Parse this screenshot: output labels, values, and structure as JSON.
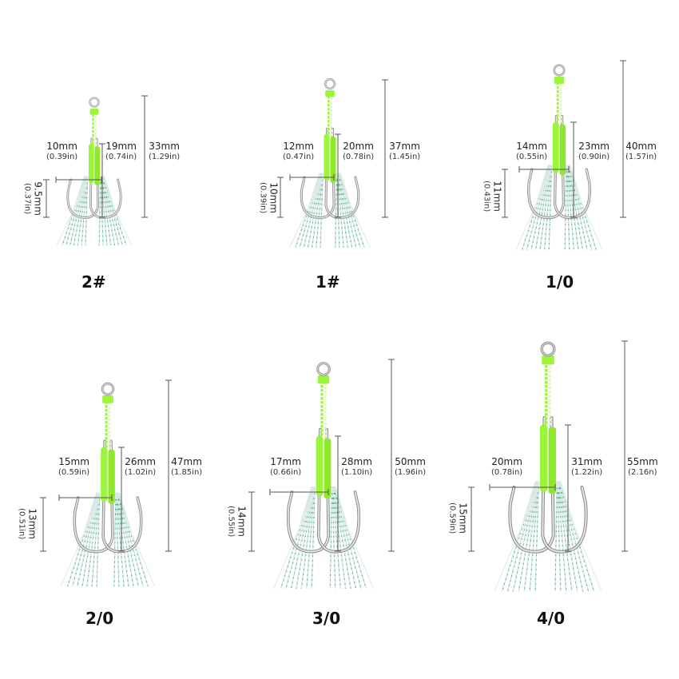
{
  "colors": {
    "accent_green": "#9cf53a",
    "line_gray": "#555555",
    "hook_steel": "#b8b8b8",
    "flash_green": "#3fae6a"
  },
  "hooks": [
    {
      "size": "2#",
      "gap": {
        "mm": "10mm",
        "in": "(0.39in)"
      },
      "shank": {
        "mm": "19mm",
        "in": "(0.74in)"
      },
      "total": {
        "mm": "33mm",
        "in": "(1.29in)"
      },
      "gape": {
        "mm": "9.5mm",
        "in": "(0.37in)"
      }
    },
    {
      "size": "1#",
      "gap": {
        "mm": "12mm",
        "in": "(0.47in)"
      },
      "shank": {
        "mm": "20mm",
        "in": "(0.78in)"
      },
      "total": {
        "mm": "37mm",
        "in": "(1.45in)"
      },
      "gape": {
        "mm": "10mm",
        "in": "(0.39in)"
      }
    },
    {
      "size": "1/0",
      "gap": {
        "mm": "14mm",
        "in": "(0.55in)"
      },
      "shank": {
        "mm": "23mm",
        "in": "(0.90in)"
      },
      "total": {
        "mm": "40mm",
        "in": "(1.57in)"
      },
      "gape": {
        "mm": "11mm",
        "in": "(0.43in)"
      }
    },
    {
      "size": "2/0",
      "gap": {
        "mm": "15mm",
        "in": "(0.59in)"
      },
      "shank": {
        "mm": "26mm",
        "in": "(1.02in)"
      },
      "total": {
        "mm": "47mm",
        "in": "(1.85in)"
      },
      "gape": {
        "mm": "13mm",
        "in": "(0.51in)"
      }
    },
    {
      "size": "3/0",
      "gap": {
        "mm": "17mm",
        "in": "(0.66in)"
      },
      "shank": {
        "mm": "28mm",
        "in": "(1.10in)"
      },
      "total": {
        "mm": "50mm",
        "in": "(1.96in)"
      },
      "gape": {
        "mm": "14mm",
        "in": "(0.55in)"
      }
    },
    {
      "size": "4/0",
      "gap": {
        "mm": "20mm",
        "in": "(0.78in)"
      },
      "shank": {
        "mm": "31mm",
        "in": "(1.22in)"
      },
      "total": {
        "mm": "55mm",
        "in": "(2.16n)"
      },
      "gape": {
        "mm": "15mm",
        "in": "(0.59in)"
      }
    }
  ]
}
